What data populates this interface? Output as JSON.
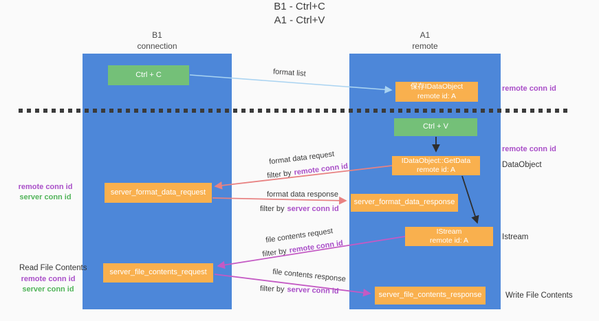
{
  "title": {
    "line1": "B1 - Ctrl+C",
    "line2": "A1 - Ctrl+V"
  },
  "columns": {
    "left": {
      "name": "B1",
      "subtitle": "connection"
    },
    "right": {
      "name": "A1",
      "subtitle": "remote"
    }
  },
  "boxes": {
    "ctrl_c": {
      "label": "Ctrl + C"
    },
    "save_dataobject": {
      "line1": "保存IDataObject",
      "line2": "remote id: A"
    },
    "ctrl_v": {
      "label": "Ctrl + V"
    },
    "getdata": {
      "line1": "IDataObject::GetData",
      "line2": "remote id: A"
    },
    "format_request": {
      "label": "server_format_data_request"
    },
    "format_response": {
      "label": "server_format_data_response"
    },
    "istream": {
      "line1": "IStream",
      "line2": "remote id: A"
    },
    "file_request": {
      "label": "server_file_contents_request"
    },
    "file_response": {
      "label": "server_file_contents_response"
    }
  },
  "arrow_labels": {
    "format_list": "format list",
    "format_data_request": "format data request",
    "format_data_response": "format data response",
    "file_contents_request": "file contents request",
    "file_contents_response": "file contents response",
    "filter_prefix": "filter by",
    "remote_conn_id": "remote conn id",
    "server_conn_id": "server conn id"
  },
  "side_labels": {
    "remote_conn_id_top": "remote conn id",
    "remote_conn_id_mid": "remote conn id",
    "dataobject": "DataObject",
    "istream": "Istream",
    "write_file_contents": "Write File Contents",
    "read_file_contents": "Read File Contents",
    "left_mid_remote": "remote conn id",
    "left_mid_server": "server conn id",
    "left_bottom_remote": "remote conn id",
    "left_bottom_server": "server conn id"
  },
  "colors": {
    "column_blue": "#4d87d9",
    "box_green": "#74c078",
    "box_orange": "#f9b04e",
    "arrow_light_blue": "#a9d3f1",
    "arrow_black": "#2e2e2e",
    "arrow_salmon": "#e88282",
    "arrow_magenta": "#c45ac4",
    "text_purple": "#a94fc8",
    "text_green": "#52b45a",
    "dash": "#3b3b3b"
  }
}
